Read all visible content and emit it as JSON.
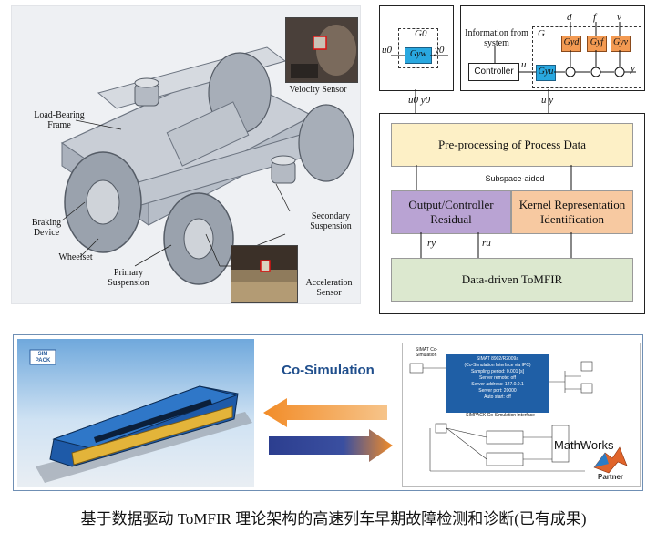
{
  "bogie": {
    "labels": {
      "velocity_sensor": "Velocity Sensor",
      "load_bearing_frame": "Load-Bearing Frame",
      "braking_device": "Braking Device",
      "wheelset": "Wheelset",
      "secondary_suspension": "Secondary Suspension",
      "primary_suspension": "Primary Suspension",
      "acceleration_sensor": "Acceleration Sensor"
    }
  },
  "diagram": {
    "g0_box": {
      "label": "G0",
      "inner": "Gyw",
      "u_in": "u0",
      "y_out": "y0"
    },
    "g_box": {
      "info_text": "Information from system",
      "controller": "Controller",
      "label": "G",
      "plant": "Gyu",
      "disturbances": [
        "d",
        "f",
        "v"
      ],
      "transfer_blocks": [
        "Gyd",
        "Gyf",
        "Gyv"
      ],
      "u_signal": "u",
      "y_out": "y"
    },
    "arrows_in": {
      "left": "u0 y0",
      "right": "u y"
    },
    "stages": {
      "preprocessing": "Pre-processing of Process Data",
      "subspace": "Subspace-aided",
      "residual": "Output/Controller Residual",
      "kernel": "Kernel Representation Identification",
      "ry": "ry",
      "ru": "ru",
      "tomfir": "Data-driven ToMFIR"
    },
    "colors": {
      "preprocessing": "#fdf0c6",
      "residual": "#b9a3d3",
      "kernel": "#f7c9a1",
      "tomfir": "#dce8cf"
    }
  },
  "cosim": {
    "simpack_logo": "SIM PACK",
    "title": "Co-Simulation",
    "simulink_header": "SIMAT Co-Simulation",
    "simat_block_lines": [
      "SIMAT 8902/R2009a",
      "(Co-Simulation Interface via IPC)",
      "Sampling period: 0.001 [s]",
      "Server remote: off",
      "Server address: 127.0.0.1",
      "Server port: 20000",
      "Auto start: off"
    ],
    "interface_label": "SIMPACK Co-Simulation Interface",
    "mathworks_text": "MathWorks",
    "partner_text": "Partner"
  },
  "caption": "基于数据驱动 ToMFIR 理论架构的高速列车早期故障检测和诊断(已有成果)"
}
